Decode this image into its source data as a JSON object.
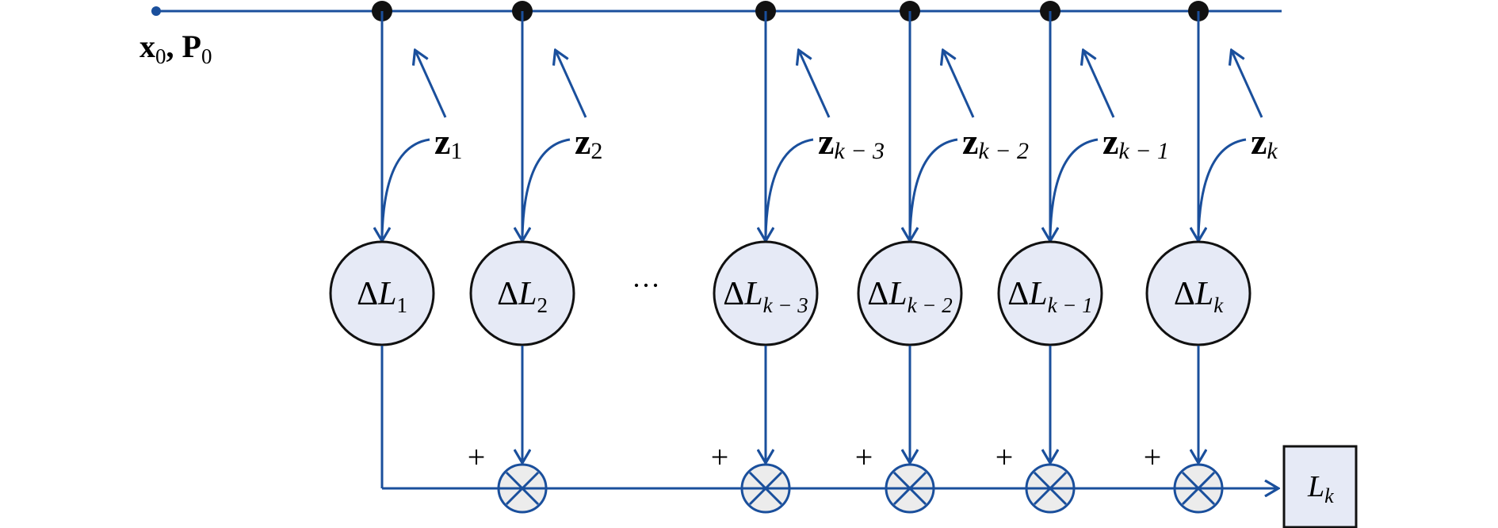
{
  "initial": {
    "x": "x",
    "x_sub": "0",
    "sep": ",",
    "p": "P",
    "p_sub": "0"
  },
  "columns": [
    {
      "z_main": "z",
      "z_sub": "1",
      "delta": "Δ",
      "L": "L",
      "L_sub": "1",
      "plus": ""
    },
    {
      "z_main": "z",
      "z_sub": "2",
      "delta": "Δ",
      "L": "L",
      "L_sub": "2",
      "plus": "+"
    },
    {
      "z_main": "z",
      "z_sub": "k − 3",
      "delta": "Δ",
      "L": "L",
      "L_sub": "k − 3",
      "plus": "+"
    },
    {
      "z_main": "z",
      "z_sub": "k − 2",
      "delta": "Δ",
      "L": "L",
      "L_sub": "k − 2",
      "plus": "+"
    },
    {
      "z_main": "z",
      "z_sub": "k − 1",
      "delta": "Δ",
      "L": "L",
      "L_sub": "k − 1",
      "plus": "+"
    },
    {
      "z_main": "z",
      "z_sub": "k",
      "delta": "Δ",
      "L": "L",
      "L_sub": "k",
      "plus": "+"
    }
  ],
  "ellipsis": "···",
  "output": {
    "L": "L",
    "L_sub": "k"
  },
  "colors": {
    "line": "#1a4f9c",
    "node_fill": "#e6eaf6",
    "node_stroke": "#111111",
    "sum_fill": "#ececec",
    "box_fill": "#e6eaf6",
    "dot": "#111111"
  }
}
